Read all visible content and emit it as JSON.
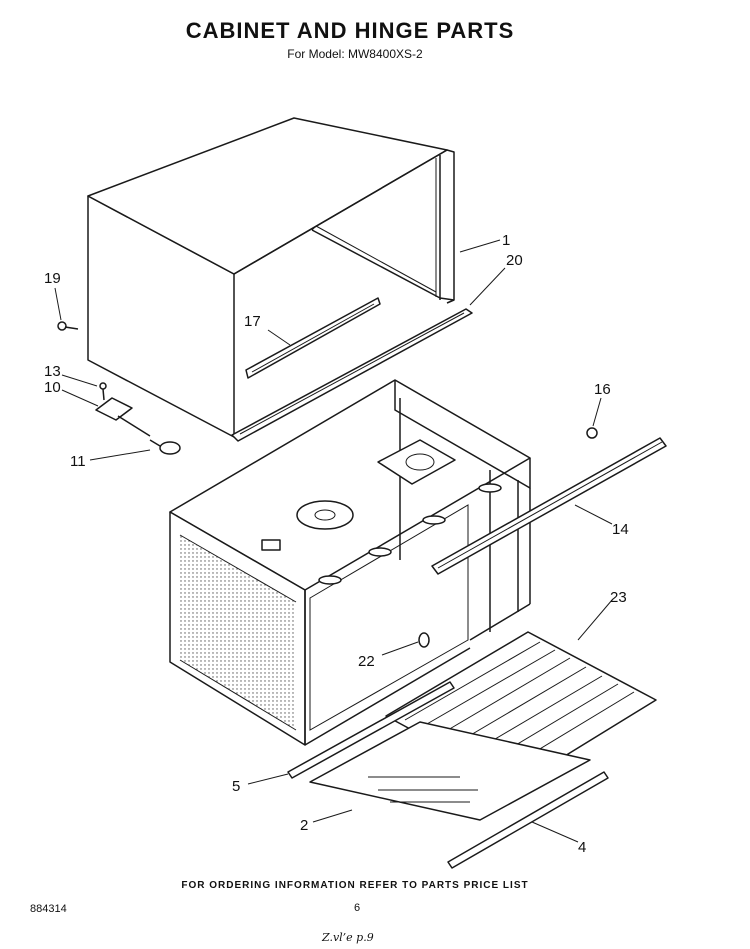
{
  "header": {
    "title": "CABINET AND HINGE PARTS",
    "subtitle": "For Model: MW8400XS-2"
  },
  "callouts": [
    {
      "key": "c1",
      "label": "1"
    },
    {
      "key": "c20",
      "label": "20"
    },
    {
      "key": "c19",
      "label": "19"
    },
    {
      "key": "c17",
      "label": "17"
    },
    {
      "key": "c13",
      "label": "13"
    },
    {
      "key": "c10",
      "label": "10"
    },
    {
      "key": "c11",
      "label": "11"
    },
    {
      "key": "c16",
      "label": "16"
    },
    {
      "key": "c14",
      "label": "14"
    },
    {
      "key": "c23",
      "label": "23"
    },
    {
      "key": "c22",
      "label": "22"
    },
    {
      "key": "c5",
      "label": "5"
    },
    {
      "key": "c2",
      "label": "2"
    },
    {
      "key": "c4",
      "label": "4"
    }
  ],
  "footer": {
    "ordering_note": "FOR ORDERING INFORMATION REFER TO PARTS PRICE LIST",
    "doc_number": "884314",
    "page_number": "6",
    "handwritten_note": "Z.vl’e  p.9"
  }
}
